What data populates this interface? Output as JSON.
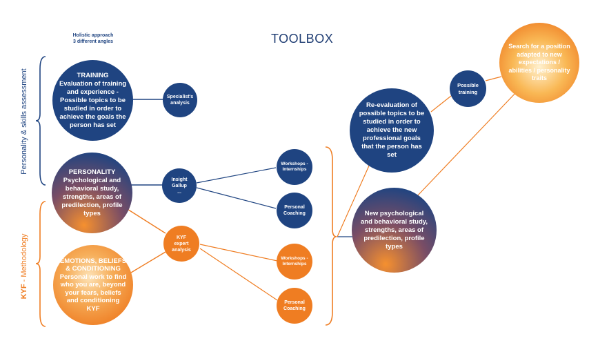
{
  "title": "TOOLBOX",
  "holistic": {
    "line1": "Holistic approach",
    "line2": "3 different angles"
  },
  "side_labels": {
    "personality": "Personality & skills assessment",
    "kyf_bold": "KYF",
    "kyf_rest": " - Methodology"
  },
  "nodes": {
    "training": "TRAINING\nEvaluation of training and experience - Possible topics to be studied in order to achieve the goals the person has set",
    "personality": "PERSONALITY\nPsychological and behavioral study, strengths, areas of predilection, profile types",
    "emotions": "EMOTIONS, BELIEFS & CONDITIONING\nPersonal work to find who you are, beyond your fears, beliefs and conditioning KYF",
    "specialist": "Specialist's analysis",
    "insight": "Insight\nGallup\n...",
    "kyf_expert": "KYF\nexpert\nanalysis",
    "workshops_1": "Workshops -\nInternships",
    "coaching_1": "Personal\nCoaching",
    "workshops_2": "Workshops -\nInternships",
    "coaching_2": "Personal\nCoaching",
    "reevaluation": "Re-evaluation of possible topics to be studied in order to achieve the new professional goals that the person has set",
    "new_study": "New psychological and behavioral study, strengths, areas of predilection, profile types",
    "possible_training": "Possible\ntraining",
    "search": "Search for a position adapted to new expectations / abilities / personality traits"
  },
  "colors": {
    "navy": "#1f4481",
    "orange": "#ef7d22"
  }
}
